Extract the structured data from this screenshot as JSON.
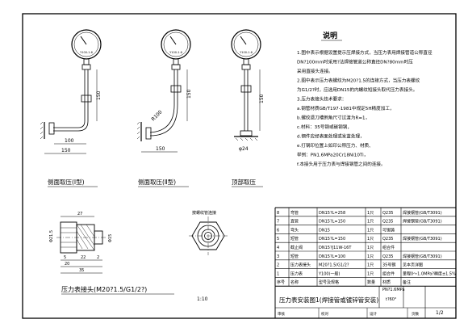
{
  "views": {
    "side1": "侧面取压(Ⅰ型)",
    "side2": "侧面取压(Ⅱ型)",
    "top": "顶部取压"
  },
  "gauge": {
    "face_label": "Y100-1.6"
  },
  "dims": {
    "d150": "150",
    "d100": "100",
    "r100": "R100",
    "phi24": "φ24",
    "hex_dim": "27",
    "d21_5": "Φ21.5",
    "d15": "Φ15",
    "s5": "5",
    "s22": "22",
    "s2": "2",
    "s20": "20",
    "s35": "35"
  },
  "connector": {
    "label": "压力表接头(M20?1.5/G1/2?)",
    "scale": "1:10",
    "weld_note": "按螺纹管连接"
  },
  "notes": {
    "title": "说明",
    "lines": [
      "1.图中表示根据设置提示压焊接方式，当压力表用焊接管道公称直径",
      "   DN?100mm时采用?法焊接管道公称直径DN?80mm时压",
      "   采用直接头连接。",
      "2.图中表示压力表螺纹为M20?1.5的连接方式，当压力表螺纹",
      "   为G1/2?时，应选用DN15的内螺纹短接头取代压力表接头。",
      "3.压力表接头技术要求：",
      "   a.钢管材质GB/T197-1981中规定5H精度加工，",
      "   b.螺纹退刀槽倒角尺寸过渡为R=1，",
      "   c.材料：35号钢或碳钢钢，",
      "   d.钢件应经表面处理或发蓝处理，",
      "   e.打钢印位置上如印公称压力、材质、",
      "     举例：PN1.6MPa20Cr18Ni10Ti，",
      "   f.本接头用于压力表与焊接钢管之间的连接。"
    ]
  },
  "bom": {
    "rows": [
      [
        "8",
        "弯管",
        "DN15?L=258",
        "1只",
        "Q235",
        "焊接钢管(GB/T3091)"
      ],
      [
        "7",
        "直管",
        "DN15?L=150",
        "1只",
        "Q235",
        "焊接钢管(GB/T3091)"
      ],
      [
        "6",
        "弯头",
        "DN15",
        "1只",
        "可锻铸",
        ""
      ],
      [
        "5",
        "短管",
        "DN15?L=150",
        "1只",
        "Q235",
        "焊接钢管(GB/T3091)"
      ],
      [
        "4",
        "截止阀",
        "DN15?J11W-16T",
        "1只",
        "组合件",
        ""
      ],
      [
        "3",
        "短管",
        "DN15?L=100",
        "1只",
        "Q235",
        "焊接钢管(GB/T3091)"
      ],
      [
        "2",
        "压力表接头",
        "M20?1.5/G1/2?",
        "1只",
        "35号钢",
        "见本页详图"
      ],
      [
        "1",
        "压力表",
        "Y100(一般)",
        "1只",
        "组合件",
        "量程0～1.0MPa?精度±1.5%"
      ]
    ],
    "header": [
      "序号",
      "名称",
      "型号及规格",
      "数量",
      "材质",
      "备注"
    ]
  },
  "title_block": {
    "title": "压力表安装图1(焊接管或镀锌管安装)",
    "pn": "PN?1.6MPa",
    "t": "t?60°",
    "review": "审核",
    "check": "校对",
    "design": "设计",
    "page_label": "页数",
    "page": "1/2"
  }
}
